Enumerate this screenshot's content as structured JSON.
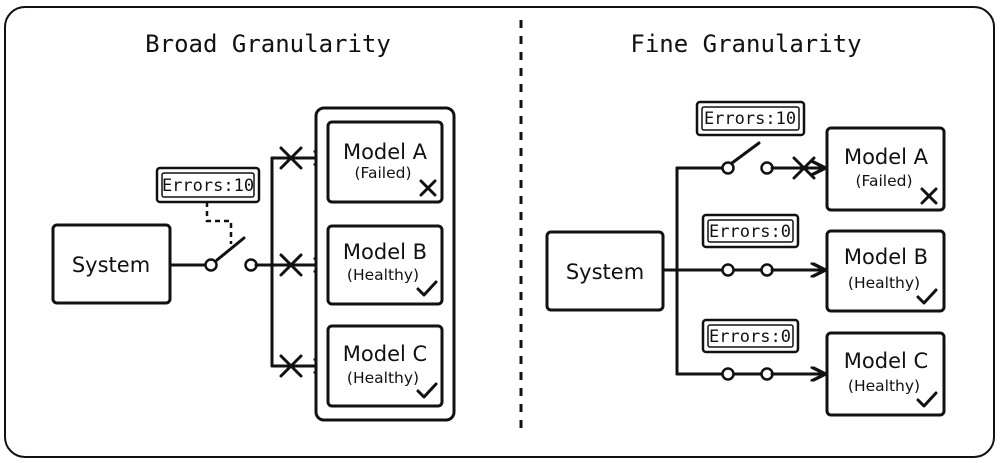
{
  "broad": {
    "title": "Broad Granularity",
    "system_label": "System",
    "counter": "Errors:10",
    "models": [
      {
        "name": "Model A",
        "status": "(Failed)",
        "state": "failed"
      },
      {
        "name": "Model B",
        "status": "(Healthy)",
        "state": "healthy"
      },
      {
        "name": "Model C",
        "status": "(Healthy)",
        "state": "healthy"
      }
    ]
  },
  "fine": {
    "title": "Fine Granularity",
    "system_label": "System",
    "models": [
      {
        "name": "Model A",
        "status": "(Failed)",
        "state": "failed",
        "counter": "Errors:10"
      },
      {
        "name": "Model B",
        "status": "(Healthy)",
        "state": "healthy",
        "counter": "Errors:0"
      },
      {
        "name": "Model C",
        "status": "(Healthy)",
        "state": "healthy",
        "counter": "Errors:0"
      }
    ]
  },
  "colors": {
    "stroke": "#111111",
    "background": "#ffffff"
  },
  "icons": {
    "failed": "x-mark-icon",
    "healthy": "checkmark-icon"
  }
}
